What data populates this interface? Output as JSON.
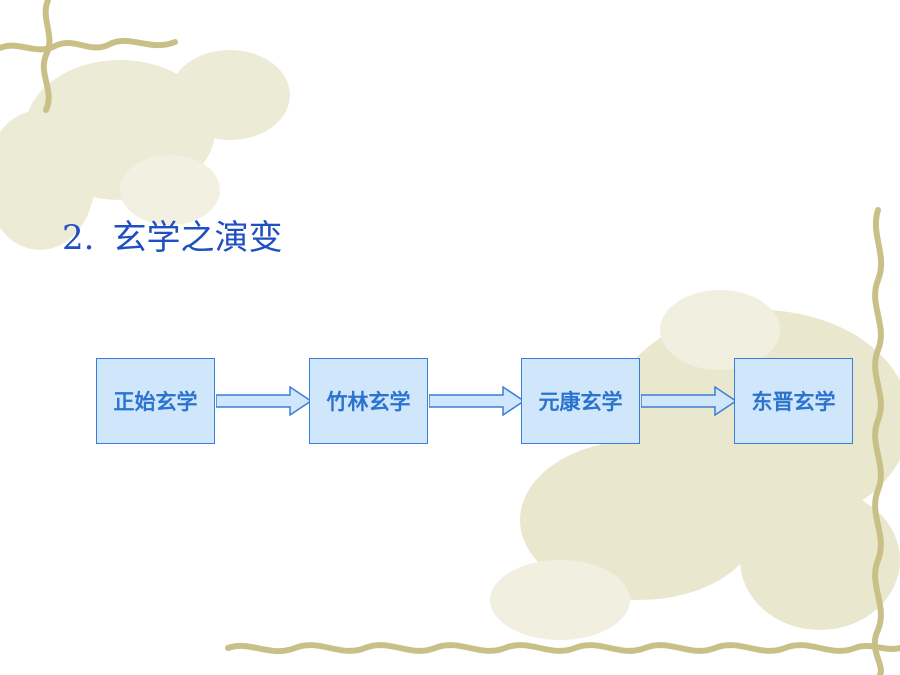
{
  "slide": {
    "title_number": "2.",
    "title_text": "玄学之演变"
  },
  "flow": {
    "stages": [
      "正始玄学",
      "竹林玄学",
      "元康玄学",
      "东晋玄学"
    ]
  },
  "colors": {
    "title": "#1f4fc0",
    "box_fill": "#cfe6fb",
    "box_border": "#3a7ed8",
    "box_text": "#2b73cf",
    "vine": "#c9c088",
    "flower": "#e7e6c8"
  }
}
